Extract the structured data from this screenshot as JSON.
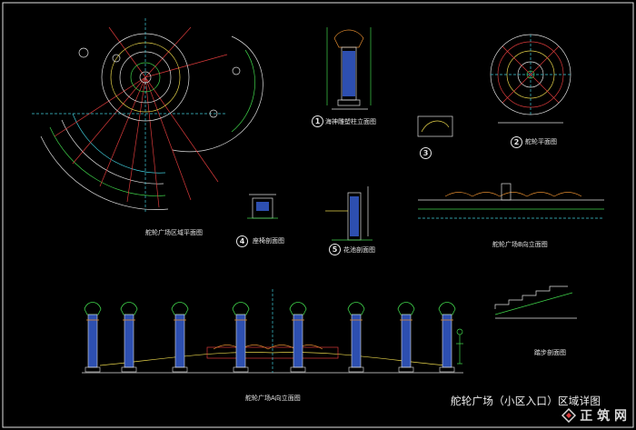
{
  "sheet_title": "舵轮广场（小区入口）区域详图",
  "views": {
    "plan_main": "舵轮广场区域平面图",
    "elev_main": "舵轮广场A向立面图",
    "elev_small": "舵轮广场B向立面图",
    "column_elev": "海神雕塑柱立面图",
    "detail3": "",
    "helm_plan": "舵轮平面图",
    "section4": "座椅剖面图",
    "section5": "花池剖面图",
    "step_section": "踏步剖面图"
  },
  "callouts": {
    "column_elev": "1",
    "helm_plan": "2",
    "detail3": "3",
    "section4": "4",
    "section5": "5"
  },
  "watermark": "正 筑 网",
  "colors": {
    "background": "#000000",
    "line_white": "#e0e0e0",
    "line_red": "#d83a3a",
    "line_green": "#3fd24a",
    "line_cyan": "#3fcad8",
    "line_yellow": "#e6d34a",
    "line_orange": "#e08a2e",
    "fill_blue": "#2d4fb0"
  }
}
